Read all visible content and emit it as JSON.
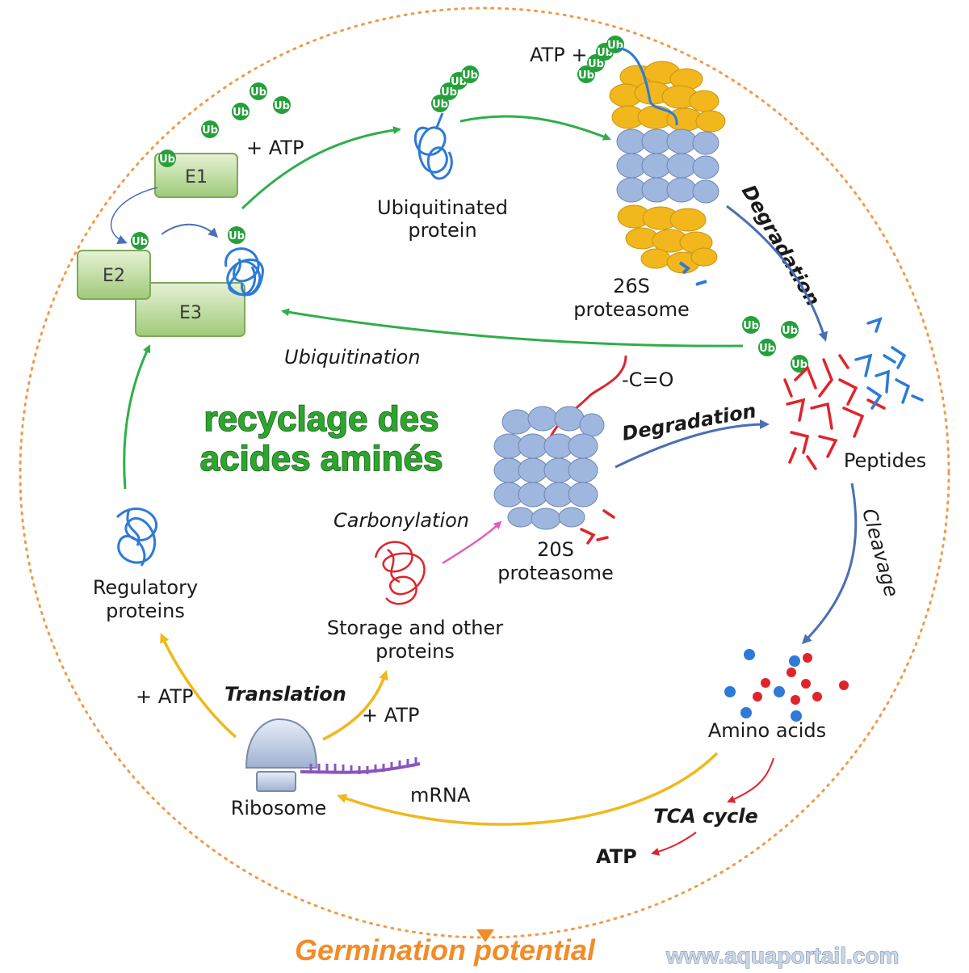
{
  "colors": {
    "green_arrow": "#2fae4a",
    "blue_arrow": "#4a6fb5",
    "yellow_arrow": "#f0b81c",
    "red_arrow": "#e0242b",
    "pink_arrow": "#e05cc0",
    "ubiquitin": "#25a03a",
    "proteasome_blue": "#9fb6de",
    "proteasome_gold": "#f2b71c",
    "enzyme_box": "#b8d89a",
    "circle_border": "#f09a4a"
  },
  "title": {
    "line1": "recyclage des",
    "line2": "acides aminés"
  },
  "ub_label": "Ub",
  "atp_top": "ATP +",
  "plus_atp": "+ ATP",
  "enzymes": {
    "e1": "E1",
    "e2": "E2",
    "e3": "E3"
  },
  "labels": {
    "ubiquitinated_line1": "Ubiquitinated",
    "ubiquitinated_line2": "protein",
    "proteasome26_line1": "26S",
    "proteasome26_line2": "proteasome",
    "degradation_top": "Degradation",
    "ubiquitination": "Ubiquitination",
    "carbonyl": "-C=O",
    "degradation_mid": "Degradation",
    "peptides": "Peptides",
    "cleavage": "Cleavage",
    "carbonylation": "Carbonylation",
    "proteasome20_line1": "20S",
    "proteasome20_line2": "proteasome",
    "regulatory_line1": "Regulatory",
    "regulatory_line2": "proteins",
    "storage_line1": "Storage and other",
    "storage_line2": "proteins",
    "translation": "Translation",
    "plus_atp_left": "+ ATP",
    "plus_atp_right": "+ ATP",
    "ribosome": "Ribosome",
    "mrna": "mRNA",
    "amino_acids": "Amino acids",
    "tca": "TCA cycle",
    "atp_out": "ATP"
  },
  "footer": {
    "germination": "Germination potential",
    "website": "www.aquaportail.com"
  },
  "icons": [
    "ubiquitin-icon",
    "proteasome-26s-icon",
    "proteasome-20s-icon",
    "ribosome-icon",
    "mrna-icon",
    "protein-coil-icon",
    "peptide-fragments-icon",
    "amino-acid-dots-icon"
  ]
}
